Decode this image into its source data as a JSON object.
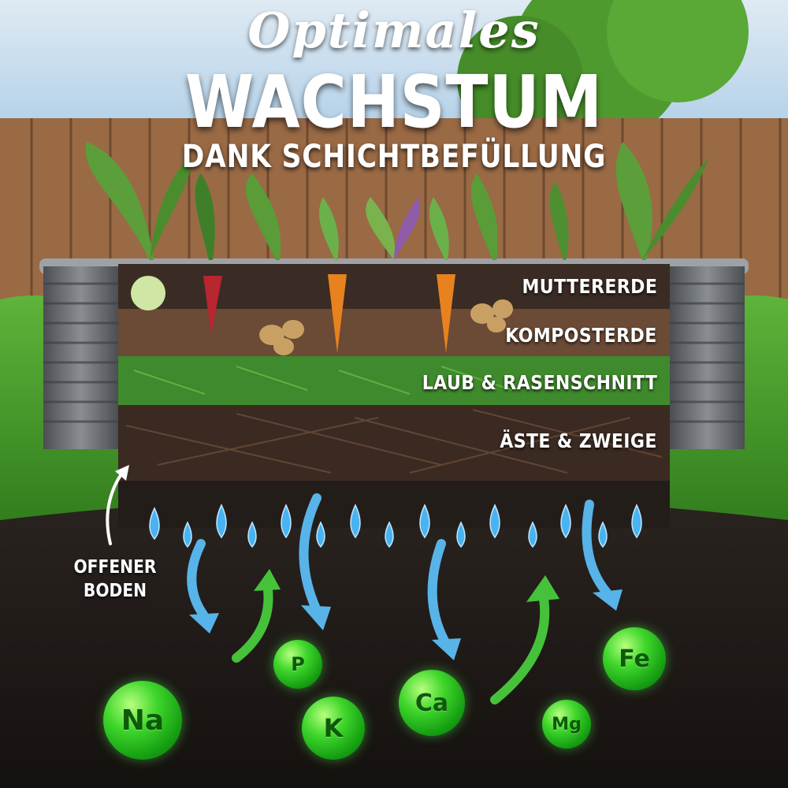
{
  "title": {
    "script": "Optimales",
    "main": "WACHSTUM",
    "sub": "DANK SCHICHTBEFÜLLUNG"
  },
  "layers": [
    {
      "label": "MUTTERERDE",
      "color": "#3a2c24"
    },
    {
      "label": "KOMPOSTERDE",
      "color": "#6b4a36"
    },
    {
      "label": "LAUB & RASENSCHNITT",
      "color": "#3f8a2c"
    },
    {
      "label": "ÄSTE & ZWEIGE",
      "color": "#3b2a22"
    }
  ],
  "open_soil_label": {
    "line1": "OFFENER",
    "line2": "BODEN"
  },
  "nutrients": [
    {
      "symbol": "Na"
    },
    {
      "symbol": "P"
    },
    {
      "symbol": "K"
    },
    {
      "symbol": "Ca"
    },
    {
      "symbol": "Mg"
    },
    {
      "symbol": "Fe"
    }
  ],
  "colors": {
    "bed_frame": "#6f7276",
    "water_drop": "#48b3f0",
    "water_arrow": "#58b4e8",
    "nutrient_arrow": "#46c23a",
    "nutrient_ball": "#2fcf24",
    "soil": "#1e1a17",
    "grass": "#3d8f25",
    "fence": "#9a6a45",
    "sky": "#a9cbe6"
  }
}
